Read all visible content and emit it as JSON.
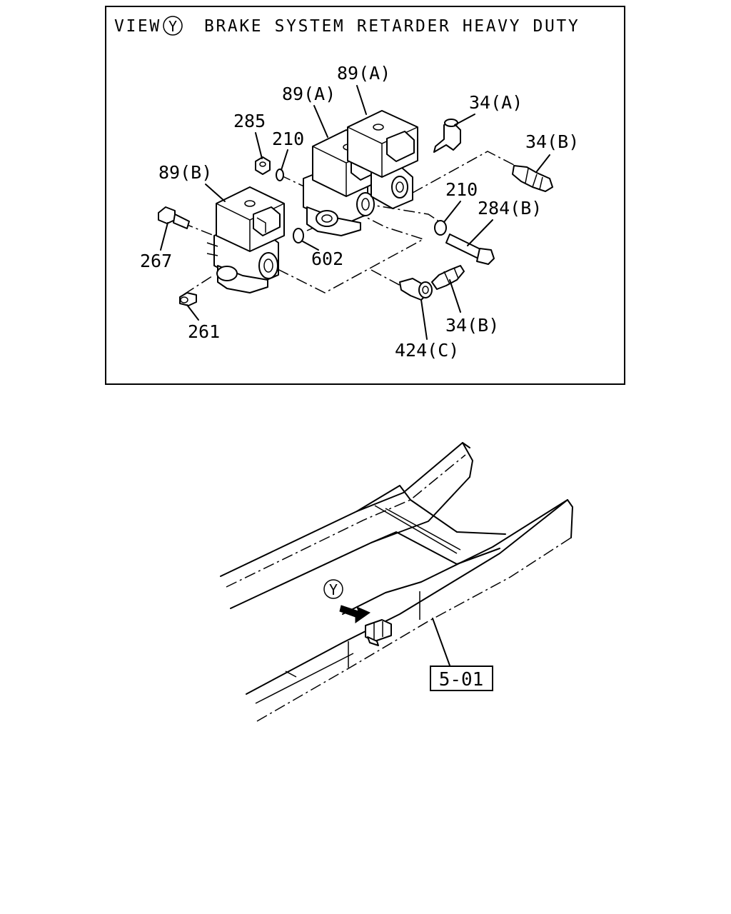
{
  "title": {
    "view": "VIEW",
    "view_marker": "Y",
    "text": "BRAKE SYSTEM RETARDER HEAVY DUTY"
  },
  "callouts": {
    "c_89a_top": "89(A)",
    "c_89a": "89(A)",
    "c_34a": "34(A)",
    "c_285": "285",
    "c_210_top": "210",
    "c_34b_top": "34(B)",
    "c_89b": "89(B)",
    "c_210_right": "210",
    "c_284b": "284(B)",
    "c_267": "267",
    "c_602": "602",
    "c_34b_bottom": "34(B)",
    "c_261": "261",
    "c_424c": "424(C)"
  },
  "locator": {
    "view_marker": "Y",
    "reference": "5-01"
  }
}
